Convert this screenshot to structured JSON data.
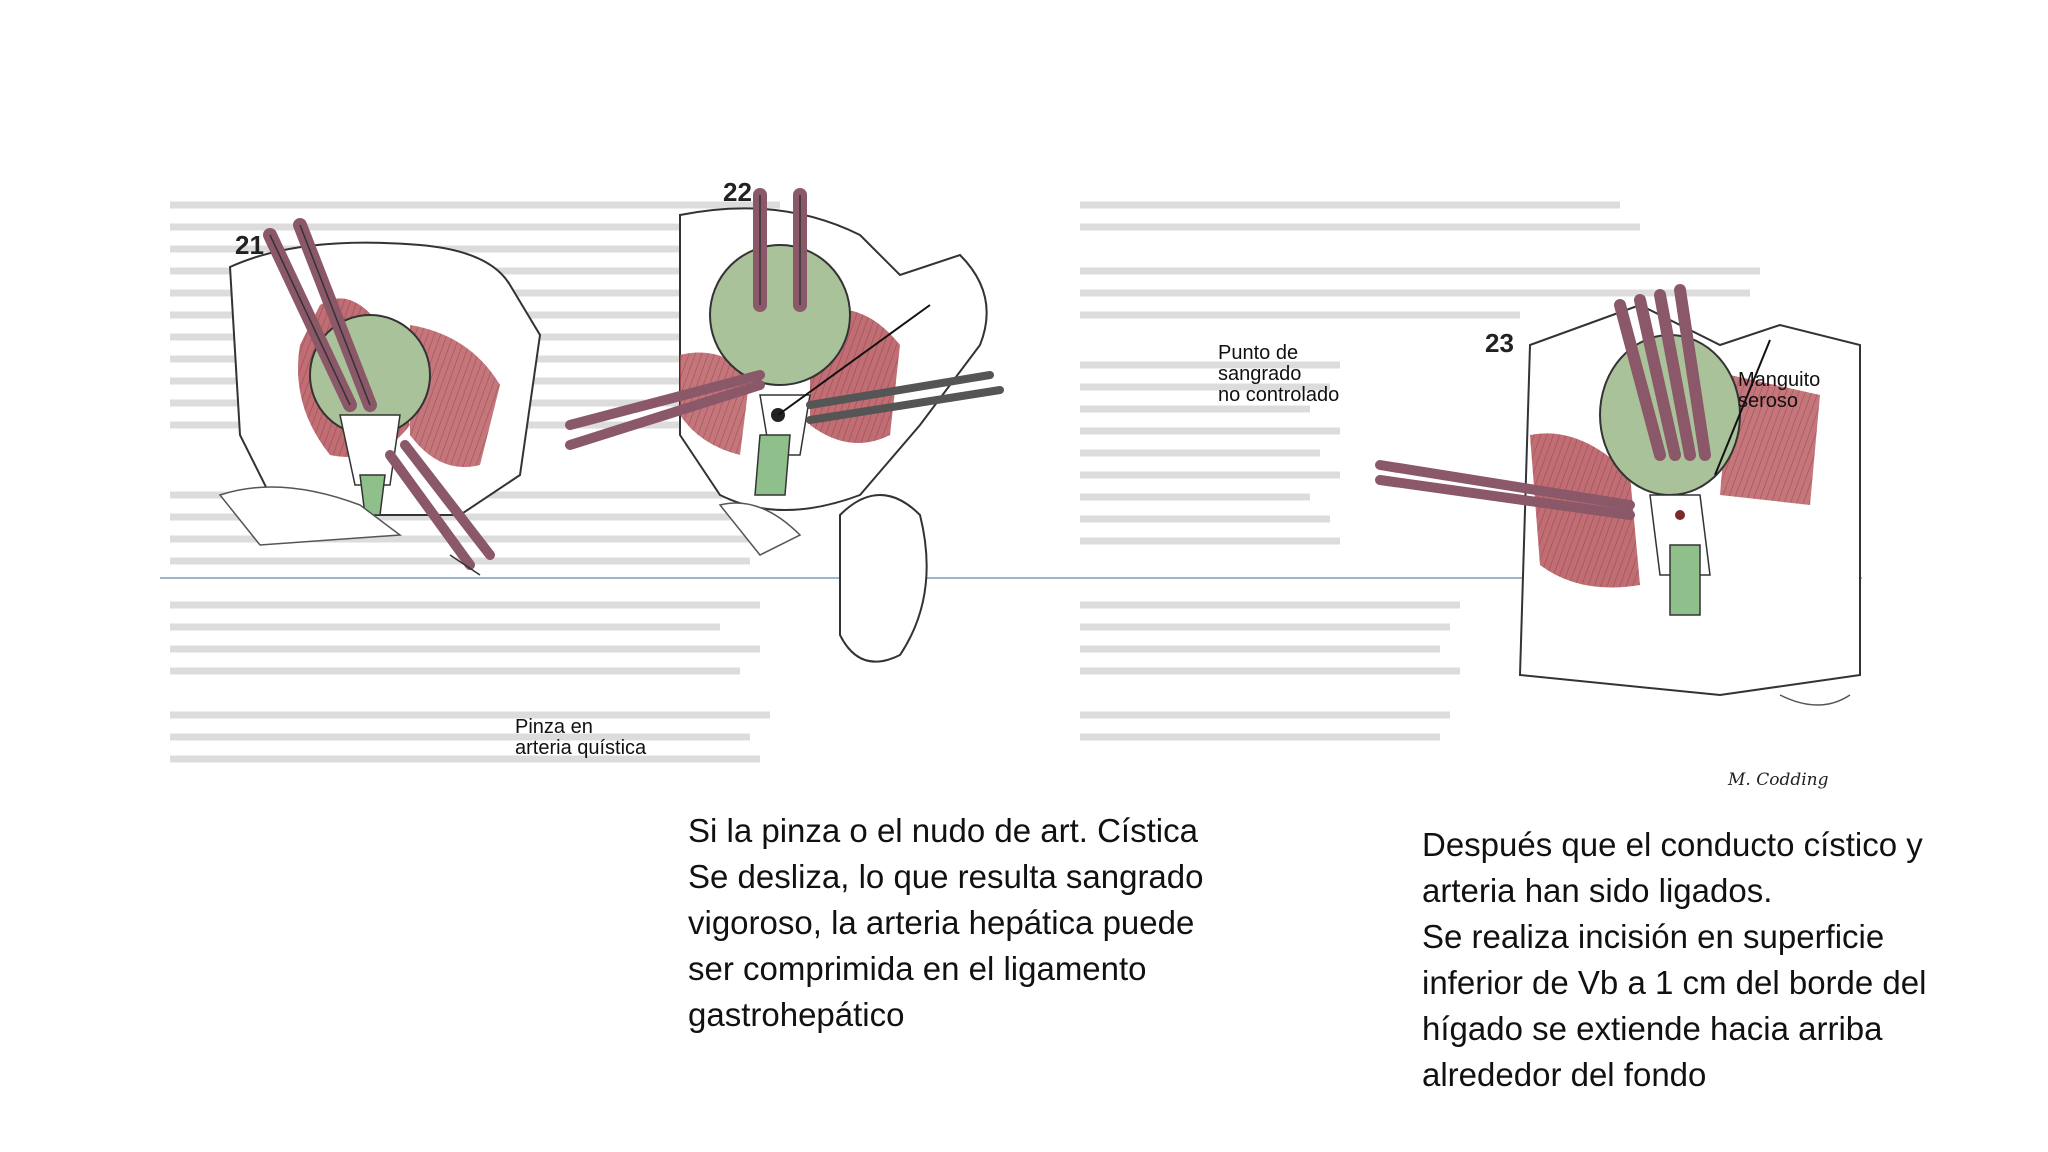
{
  "figure": {
    "panels": [
      {
        "number": "21",
        "label": "Pinza en\narteria quística"
      },
      {
        "number": "22",
        "label": "Punto de\nsangrado\nno controlado"
      },
      {
        "number": "23",
        "label": "Manguito\nseroso"
      }
    ],
    "signature": "M. Codding"
  },
  "captions": {
    "left": "Si la pinza o el nudo de art. Cística\nSe desliza, lo que resulta sangrado\nvigoroso, la arteria hepática puede\nser comprimida en el ligamento\ngastrohepático",
    "right": "Después que el conducto cístico y\narteria han sido ligados.\nSe realiza incisión en superficie\ninferior de Vb a 1 cm del borde del\nhígado se extiende hacia arriba\nalrededor del fondo"
  },
  "colors": {
    "muscle": "#b5545a",
    "gallbladder": "#a9c29a",
    "duct": "#8fbf8a",
    "instrument": "#8a5868",
    "line": "#333333",
    "faded_text": "#d6d6d6",
    "rule": "#9fb6c8"
  }
}
